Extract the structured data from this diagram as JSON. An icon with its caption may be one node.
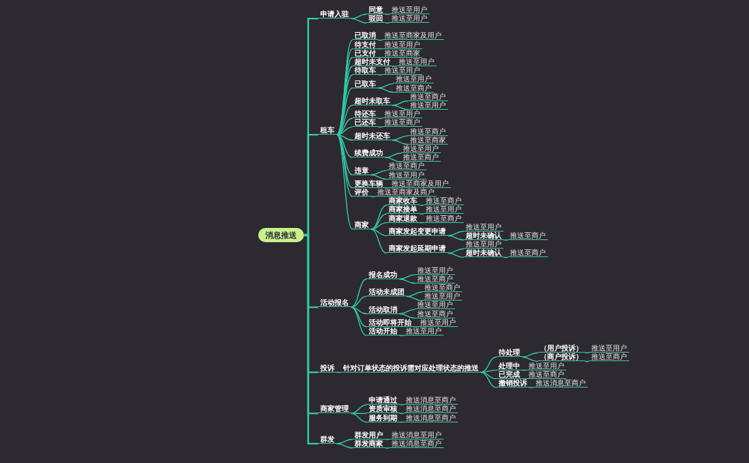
{
  "diagram": {
    "nodes": [
      {
        "text": [
          "消息推送"
        ]
      },
      {
        "text": [
          "申请入驻"
        ]
      },
      {
        "text": [
          "同意"
        ]
      },
      {
        "text": [
          "推送至用户"
        ]
      },
      {
        "text": [
          "驳回"
        ]
      },
      {
        "text": [
          "推送至用户"
        ]
      },
      {
        "text": [
          "租车"
        ]
      },
      {
        "text": [
          "已取消"
        ]
      },
      {
        "text": [
          "推送至商家及用户"
        ]
      },
      {
        "text": [
          "待支付"
        ]
      },
      {
        "text": [
          "推送至用户"
        ]
      },
      {
        "text": [
          "已支付"
        ]
      },
      {
        "text": [
          "推送至商家"
        ]
      },
      {
        "text": [
          "超时未支付"
        ]
      },
      {
        "text": [
          "推送至用户"
        ]
      },
      {
        "text": [
          "待取车"
        ]
      },
      {
        "text": [
          "推送至用户"
        ]
      },
      {
        "text": [
          "已取车"
        ]
      },
      {
        "text": [
          "推送至用户"
        ]
      },
      {
        "text": [
          "推送至商户"
        ]
      },
      {
        "text": [
          "超时未取车"
        ]
      },
      {
        "text": [
          "推送至商户"
        ]
      },
      {
        "text": [
          "推送至用户"
        ]
      },
      {
        "text": [
          "待还车"
        ]
      },
      {
        "text": [
          "推送至用户"
        ]
      },
      {
        "text": [
          "已还车"
        ]
      },
      {
        "text": [
          "推送至商户"
        ]
      },
      {
        "text": [
          "超时未还车"
        ]
      },
      {
        "text": [
          "推送至商户"
        ]
      },
      {
        "text": [
          "推送至商家"
        ]
      },
      {
        "text": [
          "续费成功"
        ]
      },
      {
        "text": [
          "推送至用户"
        ]
      },
      {
        "text": [
          "推送至商户"
        ]
      },
      {
        "text": [
          "违章"
        ]
      },
      {
        "text": [
          "推送至商户"
        ]
      },
      {
        "text": [
          "推送至用户"
        ]
      },
      {
        "text": [
          "更换车辆"
        ]
      },
      {
        "text": [
          "推送至商家及用户"
        ]
      },
      {
        "text": [
          "评价"
        ]
      },
      {
        "text": [
          "推送至商家及商户"
        ]
      },
      {
        "text": [
          "商家"
        ]
      },
      {
        "text": [
          "商家收车"
        ]
      },
      {
        "text": [
          "推送至商户"
        ]
      },
      {
        "text": [
          "商家接单"
        ]
      },
      {
        "text": [
          "推送至用户"
        ]
      },
      {
        "text": [
          "商家退款"
        ]
      },
      {
        "text": [
          "推送至商户"
        ]
      },
      {
        "text": [
          "商家发起变更申请"
        ]
      },
      {
        "text": [
          "推送至用户"
        ]
      },
      {
        "text": [
          "超时未确认"
        ]
      },
      {
        "text": [
          "推送至商户"
        ]
      },
      {
        "text": [
          "商家发起延期申请"
        ]
      },
      {
        "text": [
          "推送至用户"
        ]
      },
      {
        "text": [
          "超时未确认"
        ]
      },
      {
        "text": [
          "推送至商户"
        ]
      },
      {
        "text": [
          "活动报名"
        ]
      },
      {
        "text": [
          "报名成功"
        ]
      },
      {
        "text": [
          "推送至用户"
        ]
      },
      {
        "text": [
          "推送至商户"
        ]
      },
      {
        "text": [
          "活动未成团"
        ]
      },
      {
        "text": [
          "推送至商户"
        ]
      },
      {
        "text": [
          "推送至用户"
        ]
      },
      {
        "text": [
          "活动取消"
        ]
      },
      {
        "text": [
          "推送至用户"
        ]
      },
      {
        "text": [
          "推送至商户"
        ]
      },
      {
        "text": [
          "活动即将开始"
        ]
      },
      {
        "text": [
          "推送至用户"
        ]
      },
      {
        "text": [
          "活动开始"
        ]
      },
      {
        "text": [
          "推送至用户"
        ]
      },
      {
        "text": [
          "投诉"
        ]
      },
      {
        "text": [
          "针对订单状态的投诉需对应处理状态的推送"
        ]
      },
      {
        "text": [
          "待处理"
        ]
      },
      {
        "text": [
          "（用户投诉）"
        ]
      },
      {
        "text": [
          "推送至用户"
        ]
      },
      {
        "text": [
          "（商户投诉）"
        ]
      },
      {
        "text": [
          "推送至商户"
        ]
      },
      {
        "text": [
          "处理中"
        ]
      },
      {
        "text": [
          "推送至用户"
        ]
      },
      {
        "text": [
          "已完成"
        ]
      },
      {
        "text": [
          "推送至商户"
        ]
      },
      {
        "text": [
          "撤销投诉"
        ]
      },
      {
        "text": [
          "推送消息至商户"
        ]
      },
      {
        "text": [
          "商家管理"
        ]
      },
      {
        "text": [
          "申请通过"
        ]
      },
      {
        "text": [
          "推送消息至商户"
        ]
      },
      {
        "text": [
          "资质审核"
        ]
      },
      {
        "text": [
          "推送消息至商户"
        ]
      },
      {
        "text": [
          "服务到期"
        ]
      },
      {
        "text": [
          "推送消息至商户"
        ]
      },
      {
        "text": [
          "群发"
        ]
      },
      {
        "text": [
          "群发用户"
        ]
      },
      {
        "text": [
          "推送消息至用户"
        ]
      },
      {
        "text": [
          "群发商家"
        ]
      },
      {
        "text": [
          "推送消息至商户"
        ]
      }
    ],
    "edges": [
      {
        "from": 0,
        "to": 1,
        "arrow": "none"
      },
      {
        "from": 1,
        "to": 2,
        "arrow": "none"
      },
      {
        "from": 2,
        "to": 3,
        "arrow": "none"
      },
      {
        "from": 1,
        "to": 4,
        "arrow": "none"
      },
      {
        "from": 4,
        "to": 5,
        "arrow": "none"
      },
      {
        "from": 0,
        "to": 6,
        "arrow": "none"
      },
      {
        "from": 6,
        "to": 7,
        "arrow": "none"
      },
      {
        "from": 7,
        "to": 8,
        "arrow": "none"
      },
      {
        "from": 6,
        "to": 9,
        "arrow": "none"
      },
      {
        "from": 9,
        "to": 10,
        "arrow": "none"
      },
      {
        "from": 6,
        "to": 11,
        "arrow": "none"
      },
      {
        "from": 11,
        "to": 12,
        "arrow": "none"
      },
      {
        "from": 6,
        "to": 13,
        "arrow": "none"
      },
      {
        "from": 13,
        "to": 14,
        "arrow": "none"
      },
      {
        "from": 6,
        "to": 15,
        "arrow": "none"
      },
      {
        "from": 15,
        "to": 16,
        "arrow": "none"
      },
      {
        "from": 6,
        "to": 17,
        "arrow": "none"
      },
      {
        "from": 17,
        "to": 18,
        "arrow": "none"
      },
      {
        "from": 17,
        "to": 19,
        "arrow": "none"
      },
      {
        "from": 6,
        "to": 20,
        "arrow": "none"
      },
      {
        "from": 20,
        "to": 21,
        "arrow": "none"
      },
      {
        "from": 20,
        "to": 22,
        "arrow": "none"
      },
      {
        "from": 6,
        "to": 23,
        "arrow": "none"
      },
      {
        "from": 23,
        "to": 24,
        "arrow": "none"
      },
      {
        "from": 6,
        "to": 25,
        "arrow": "none"
      },
      {
        "from": 25,
        "to": 26,
        "arrow": "none"
      },
      {
        "from": 6,
        "to": 27,
        "arrow": "none"
      },
      {
        "from": 27,
        "to": 28,
        "arrow": "none"
      },
      {
        "from": 27,
        "to": 29,
        "arrow": "none"
      },
      {
        "from": 6,
        "to": 30,
        "arrow": "none"
      },
      {
        "from": 30,
        "to": 31,
        "arrow": "none"
      },
      {
        "from": 30,
        "to": 32,
        "arrow": "none"
      },
      {
        "from": 6,
        "to": 33,
        "arrow": "none"
      },
      {
        "from": 33,
        "to": 34,
        "arrow": "none"
      },
      {
        "from": 33,
        "to": 35,
        "arrow": "none"
      },
      {
        "from": 6,
        "to": 36,
        "arrow": "none"
      },
      {
        "from": 36,
        "to": 37,
        "arrow": "none"
      },
      {
        "from": 6,
        "to": 38,
        "arrow": "none"
      },
      {
        "from": 38,
        "to": 39,
        "arrow": "none"
      },
      {
        "from": 6,
        "to": 40,
        "arrow": "none"
      },
      {
        "from": 40,
        "to": 41,
        "arrow": "none"
      },
      {
        "from": 41,
        "to": 42,
        "arrow": "none"
      },
      {
        "from": 40,
        "to": 43,
        "arrow": "none"
      },
      {
        "from": 43,
        "to": 44,
        "arrow": "none"
      },
      {
        "from": 40,
        "to": 45,
        "arrow": "none"
      },
      {
        "from": 45,
        "to": 46,
        "arrow": "none"
      },
      {
        "from": 40,
        "to": 47,
        "arrow": "none"
      },
      {
        "from": 47,
        "to": 48,
        "arrow": "none"
      },
      {
        "from": 47,
        "to": 49,
        "arrow": "none"
      },
      {
        "from": 49,
        "to": 50,
        "arrow": "none"
      },
      {
        "from": 40,
        "to": 51,
        "arrow": "none"
      },
      {
        "from": 51,
        "to": 52,
        "arrow": "none"
      },
      {
        "from": 51,
        "to": 53,
        "arrow": "none"
      },
      {
        "from": 53,
        "to": 54,
        "arrow": "none"
      },
      {
        "from": 0,
        "to": 55,
        "arrow": "none"
      },
      {
        "from": 55,
        "to": 56,
        "arrow": "none"
      },
      {
        "from": 56,
        "to": 57,
        "arrow": "none"
      },
      {
        "from": 56,
        "to": 58,
        "arrow": "none"
      },
      {
        "from": 55,
        "to": 59,
        "arrow": "none"
      },
      {
        "from": 59,
        "to": 60,
        "arrow": "none"
      },
      {
        "from": 59,
        "to": 61,
        "arrow": "none"
      },
      {
        "from": 55,
        "to": 62,
        "arrow": "none"
      },
      {
        "from": 62,
        "to": 63,
        "arrow": "none"
      },
      {
        "from": 62,
        "to": 64,
        "arrow": "none"
      },
      {
        "from": 55,
        "to": 65,
        "arrow": "none"
      },
      {
        "from": 65,
        "to": 66,
        "arrow": "none"
      },
      {
        "from": 55,
        "to": 67,
        "arrow": "none"
      },
      {
        "from": 67,
        "to": 68,
        "arrow": "none"
      },
      {
        "from": 0,
        "to": 69,
        "arrow": "none"
      },
      {
        "from": 69,
        "to": 70,
        "arrow": "none"
      },
      {
        "from": 70,
        "to": 71,
        "arrow": "none"
      },
      {
        "from": 71,
        "to": 72,
        "arrow": "none"
      },
      {
        "from": 72,
        "to": 73,
        "arrow": "none"
      },
      {
        "from": 71,
        "to": 74,
        "arrow": "none"
      },
      {
        "from": 74,
        "to": 75,
        "arrow": "none"
      },
      {
        "from": 70,
        "to": 76,
        "arrow": "none"
      },
      {
        "from": 76,
        "to": 77,
        "arrow": "none"
      },
      {
        "from": 70,
        "to": 78,
        "arrow": "none"
      },
      {
        "from": 78,
        "to": 79,
        "arrow": "none"
      },
      {
        "from": 70,
        "to": 80,
        "arrow": "none"
      },
      {
        "from": 80,
        "to": 81,
        "arrow": "none"
      },
      {
        "from": 0,
        "to": 82,
        "arrow": "none"
      },
      {
        "from": 82,
        "to": 83,
        "arrow": "none"
      },
      {
        "from": 83,
        "to": 84,
        "arrow": "none"
      },
      {
        "from": 82,
        "to": 85,
        "arrow": "none"
      },
      {
        "from": 85,
        "to": 86,
        "arrow": "none"
      },
      {
        "from": 82,
        "to": 87,
        "arrow": "none"
      },
      {
        "from": 87,
        "to": 88,
        "arrow": "none"
      },
      {
        "from": 0,
        "to": 89,
        "arrow": "none"
      },
      {
        "from": 89,
        "to": 90,
        "arrow": "none"
      },
      {
        "from": 90,
        "to": 91,
        "arrow": "none"
      },
      {
        "from": 89,
        "to": 92,
        "arrow": "none"
      },
      {
        "from": 92,
        "to": 93,
        "arrow": "none"
      }
    ]
  }
}
